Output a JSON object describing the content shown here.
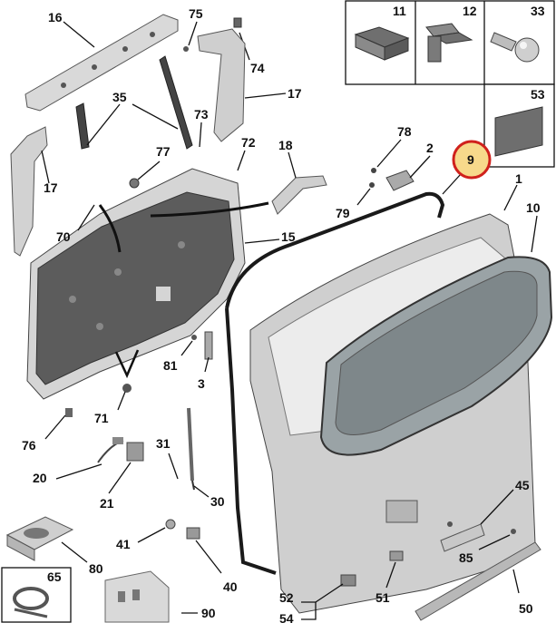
{
  "callouts": {
    "c1": "1",
    "c2": "2",
    "c3": "3",
    "c9": "9",
    "c10": "10",
    "c11": "11",
    "c12": "12",
    "c15": "15",
    "c16": "16",
    "c17a": "17",
    "c17b": "17",
    "c18": "18",
    "c20": "20",
    "c21": "21",
    "c30": "30",
    "c31": "31",
    "c33": "33",
    "c35": "35",
    "c40": "40",
    "c41": "41",
    "c45": "45",
    "c50": "50",
    "c51": "51",
    "c52": "52",
    "c53": "53",
    "c54": "54",
    "c65": "65",
    "c70": "70",
    "c71": "71",
    "c72": "72",
    "c73": "73",
    "c74": "74",
    "c75": "75",
    "c76": "76",
    "c77": "77",
    "c78": "78",
    "c79": "79",
    "c80": "80",
    "c81": "81",
    "c85": "85",
    "c90": "90"
  },
  "highlight": {
    "label": "9",
    "ring_color": "#d0211c",
    "fill_color": "#f7d98b"
  },
  "colors": {
    "panel_trim": "#5a5a5a",
    "part_gray": "#d6d6d6",
    "tailgate": "#cfcfcf",
    "glass": "#9aa3a6",
    "seal": "#1a1a1a"
  },
  "icons": {
    "box11": "foam-pad-icon",
    "box12": "clip-bracket-icon",
    "box33": "ball-stud-icon",
    "box53": "adhesive-sheet-icon",
    "box65": "cable-tie-icon"
  }
}
